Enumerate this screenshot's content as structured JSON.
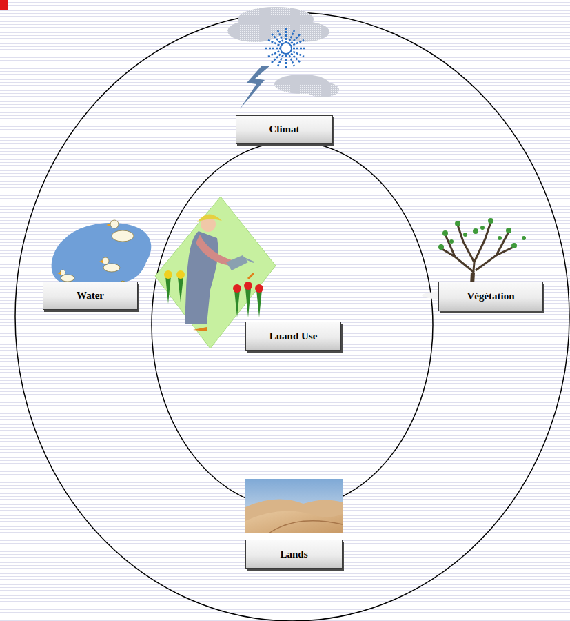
{
  "diagram": {
    "nodes": [
      {
        "text": [
          "Climat"
        ]
      },
      {
        "text": [
          "Water"
        ]
      },
      {
        "text": [
          "Luand Use"
        ]
      },
      {
        "text": [
          "Végétation"
        ]
      },
      {
        "text": [
          "Lands"
        ]
      }
    ]
  }
}
